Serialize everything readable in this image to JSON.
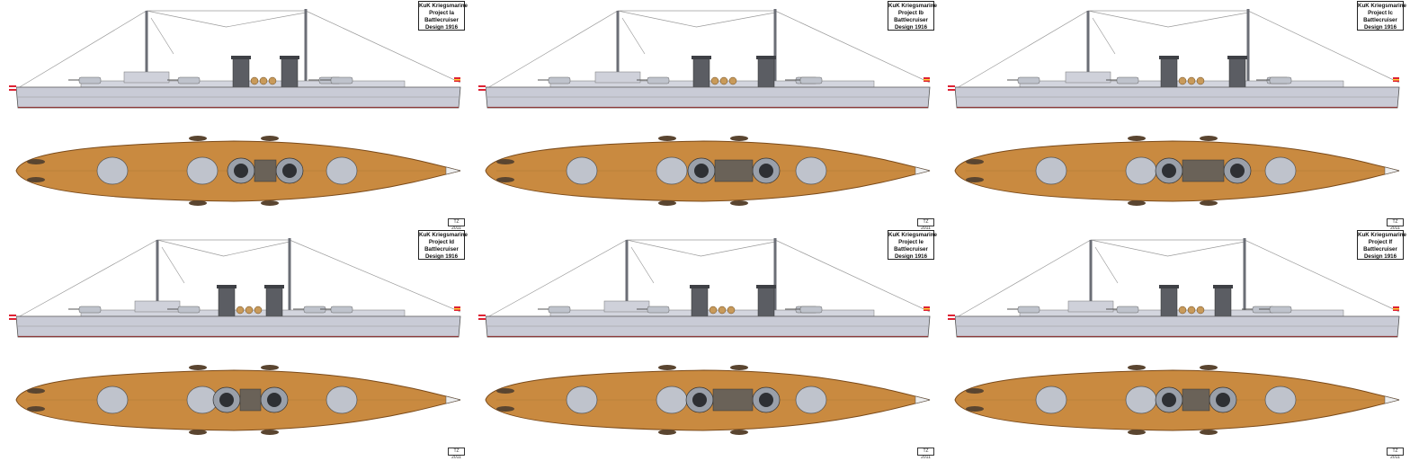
{
  "colors": {
    "hull": "#c9cbd6",
    "deck": "#c98a40",
    "deck_edge": "#7a4a1a",
    "funnel": "#5b5d63",
    "waterline": "#8c3a3a",
    "rigging": "#9a9a9a",
    "turret": "#bfc3cc"
  },
  "panels": [
    {
      "label": [
        "KuK Kriegsmarine",
        "Project Ia",
        "Battlecruiser",
        "Design 1916"
      ],
      "signature": "TZ 2011"
    },
    {
      "label": [
        "KuK Kriegsmarine",
        "Project Ib",
        "Battlecruiser",
        "Design 1916"
      ],
      "signature": "TZ 2011"
    },
    {
      "label": [
        "KuK Kriegsmarine",
        "Project Ic",
        "Battlecruiser",
        "Design 1916"
      ],
      "signature": "TZ 2011"
    },
    {
      "label": [
        "KuK Kriegsmarine",
        "Project Id",
        "Battlecruiser",
        "Design 1916"
      ],
      "signature": "TZ 2011"
    },
    {
      "label": [
        "KuK Kriegsmarine",
        "Project Ie",
        "Battlecruiser",
        "Design 1916"
      ],
      "signature": "TZ 2011"
    },
    {
      "label": [
        "KuK Kriegsmarine",
        "Project If",
        "Battlecruiser",
        "Design 1916"
      ],
      "signature": "TZ 2011"
    }
  ]
}
